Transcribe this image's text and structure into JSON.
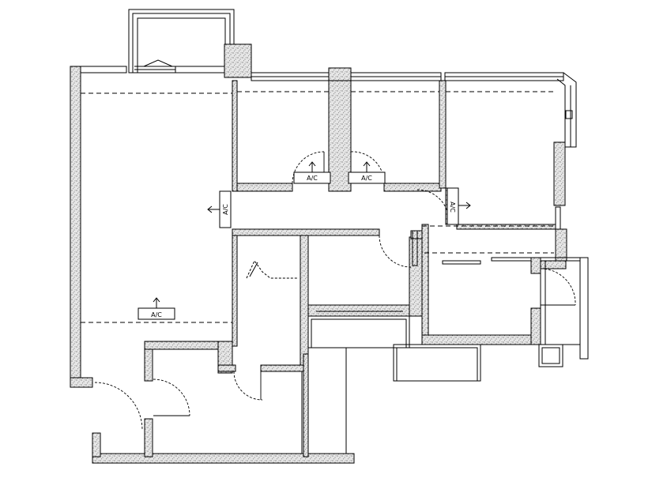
{
  "labels": {
    "ac_living": "A/C",
    "ac_bedroom_1": "A/C",
    "ac_bedroom_2": "A/C",
    "ac_corridor_left": "A/C",
    "ac_corridor_right": "A/C"
  },
  "colors": {
    "line": "#000000",
    "wall_fill": "#e4e4e4",
    "background": "#ffffff"
  },
  "icons": {
    "ac_arrow": "arrow-icon",
    "door_swing": "door-swing-icon"
  }
}
